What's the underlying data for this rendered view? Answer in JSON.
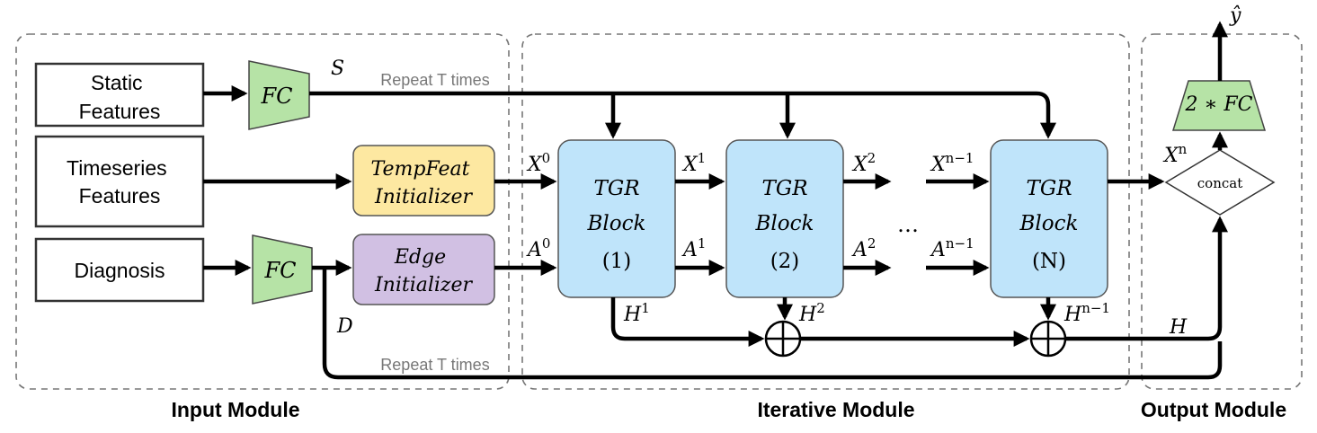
{
  "modules": {
    "input": "Input Module",
    "iterative": "Iterative Module",
    "output": "Output Module"
  },
  "inputs": {
    "static": [
      "Static",
      "Features"
    ],
    "timeseries": [
      "Timeseries",
      "Features"
    ],
    "diagnosis": "Diagnosis"
  },
  "layers": {
    "fc": "FC",
    "fc_out": "2 ∗ FC",
    "tempfeat": [
      "TempFeat",
      "Initializer"
    ],
    "edge": [
      "Edge",
      "Initializer"
    ]
  },
  "blocks": [
    {
      "line1": "TGR",
      "line2": "Block",
      "index": "(1)"
    },
    {
      "line1": "TGR",
      "line2": "Block",
      "index": "(2)"
    },
    {
      "line1": "TGR",
      "line2": "Block",
      "index": "(N)"
    }
  ],
  "concat": "concat",
  "repeat": "Repeat T times",
  "ellipsis": "…",
  "symbols": {
    "S": "S",
    "D": "D",
    "H": "H",
    "y_hat": "ŷ",
    "X": {
      "base": "X",
      "sup": [
        "0",
        "1",
        "2",
        "n−1",
        "n"
      ]
    },
    "A": {
      "base": "A",
      "sup": [
        "0",
        "1",
        "2",
        "n−1"
      ]
    },
    "Hs": {
      "base": "H",
      "sup": [
        "1",
        "2",
        "n−1"
      ]
    }
  },
  "colors": {
    "fc_green": "#b6e3a6",
    "tempfeat_yellow": "#fde8a1",
    "edge_purple": "#d1c0e3",
    "block_blue": "#bfe4fa",
    "dashed_border": "#777777",
    "line": "#000000",
    "repeat_text": "#777777"
  }
}
